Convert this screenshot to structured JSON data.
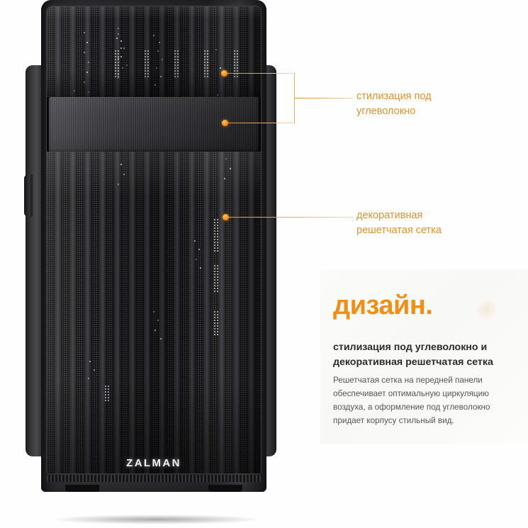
{
  "product": {
    "brand_logo": "ZALMAN",
    "case_color": "#1a1a1c",
    "accent_color": "#ef8f17"
  },
  "callouts": [
    {
      "id": "carbon-fiber",
      "label": "стилизация под\nуглеволокно",
      "color": "#e0922e"
    },
    {
      "id": "decorative-mesh",
      "label": "декоративная\nрешетчатая сетка",
      "color": "#e0922e"
    }
  ],
  "info_card": {
    "title": "дизайн.",
    "subtitle": "стилизация под углеволокно и декоративная решетчатая сетка",
    "body": "Решетчатая сетка на передней панели обеспечивает оптимальную циркуляцию воздуха, а оформление под углеволокно придает корпусу стильный вид.",
    "background": "#f9f9f7",
    "title_color": "#ef8f17"
  }
}
